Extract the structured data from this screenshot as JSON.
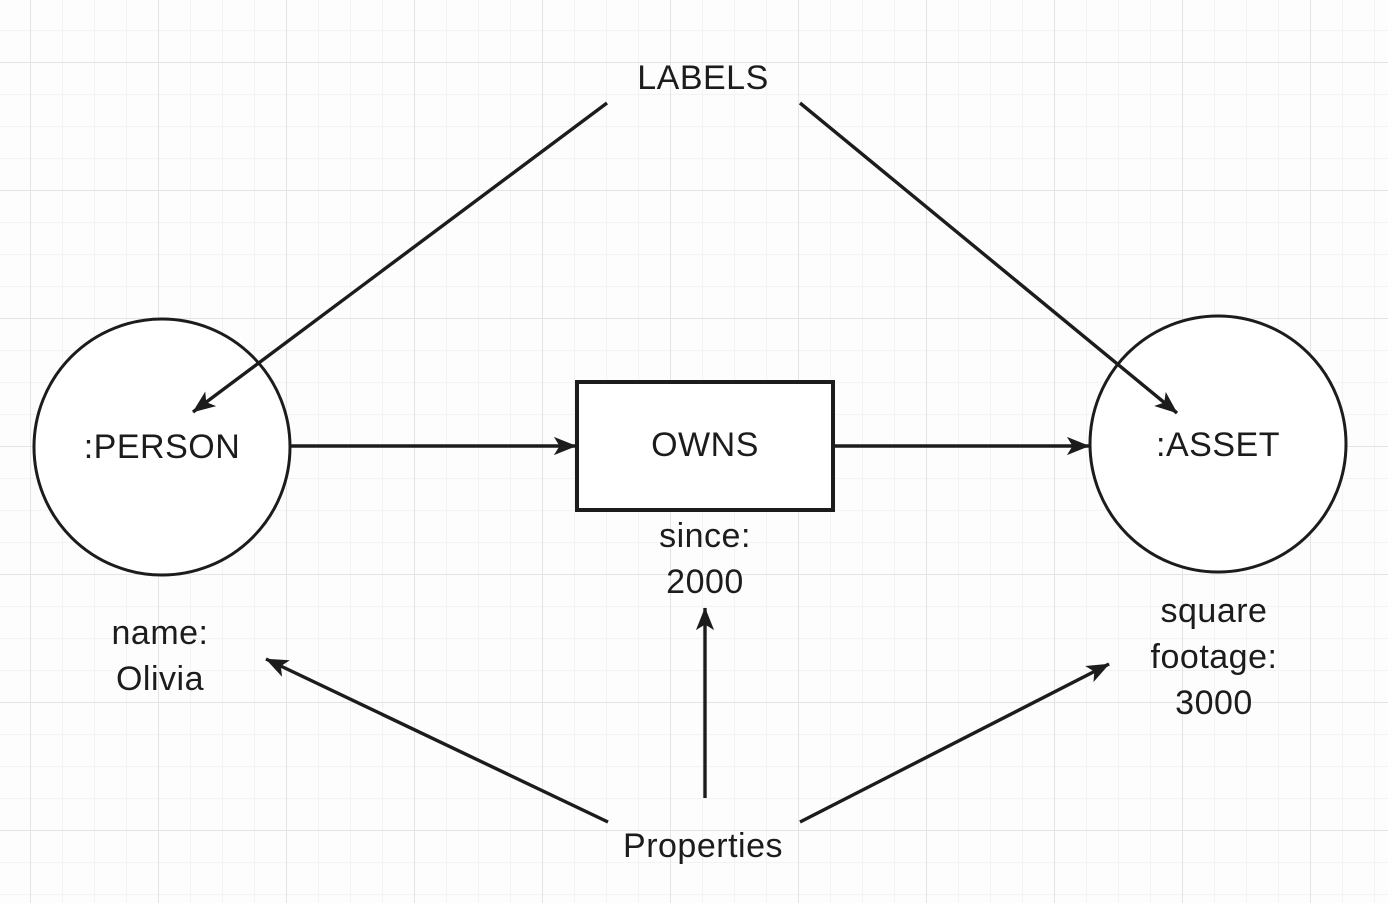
{
  "theme": {
    "bg": "#fdfdfd",
    "grid_minor": "#f3f3f3",
    "grid_major": "#e4e4e4",
    "ink": "#1c1c1c"
  },
  "diagram": {
    "labels_title": "LABELS",
    "properties_title": "Properties",
    "nodes": {
      "person": ":PERSON",
      "asset": ":ASSET"
    },
    "relationship": "OWNS",
    "properties": {
      "person": [
        "name:",
        "Olivia"
      ],
      "relationship": [
        "since:",
        "2000"
      ],
      "asset": [
        "square",
        "footage:",
        "3000"
      ]
    }
  }
}
